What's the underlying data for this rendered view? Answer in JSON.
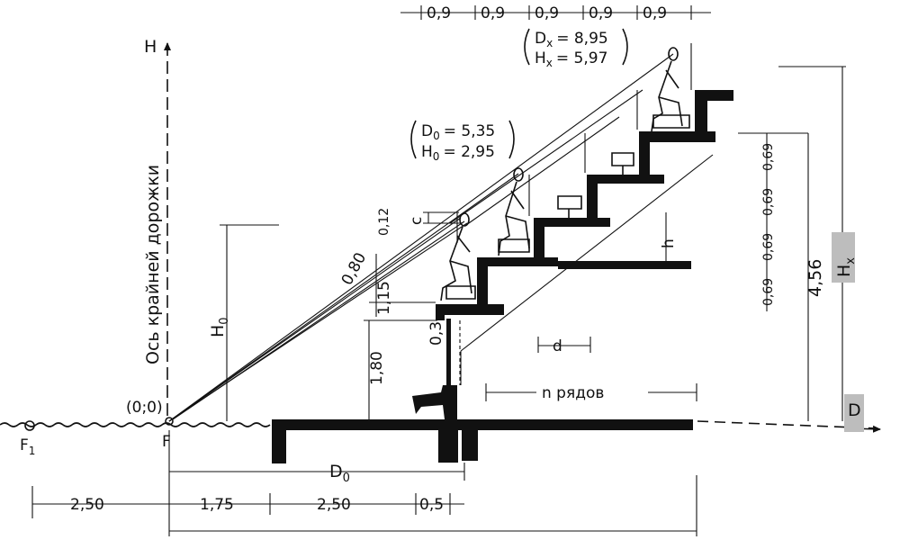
{
  "diagram": {
    "axis_h_label": "H",
    "axis_d_label": "D",
    "axis_caption": "Ось крайней дорожки",
    "origin_label": "(0;0)",
    "point_f": "F",
    "point_f1": "F",
    "point_f1_sub": "1",
    "point_c": "c",
    "h0_label": "H",
    "h0_sub": "0",
    "d0_label": "D",
    "d0_sub": "0",
    "hx_label": "H",
    "hx_sub": "x",
    "top_row_spacing": [
      "0,9",
      "0,9",
      "0,9",
      "0,9",
      "0,9"
    ],
    "box_dx": "D",
    "box_dx_sub": "x",
    "box_dx_val": "= 8,95",
    "box_hx": "H",
    "box_hx_sub": "x",
    "box_hx_val": "= 5,97",
    "box_d0": "D",
    "box_d0_sub": "0",
    "box_d0_val": "= 5,35",
    "box_h0": "H",
    "box_h0_sub": "0",
    "box_h0_val": "= 2,95",
    "dim_012": "0,12",
    "dim_080": "0,80",
    "dim_115": "1,15",
    "dim_03": "0,3",
    "dim_180": "1,80",
    "dim_h": "h",
    "dim_d": "d",
    "rows_label": "n рядов",
    "right_spacing": [
      "0,69",
      "0,69",
      "0,69",
      "0,69"
    ],
    "dim_456": "4,56",
    "bottom_250_left": "2,50",
    "bottom_175": "1,75",
    "bottom_250_mid": "2,50",
    "bottom_05": "0,5"
  }
}
